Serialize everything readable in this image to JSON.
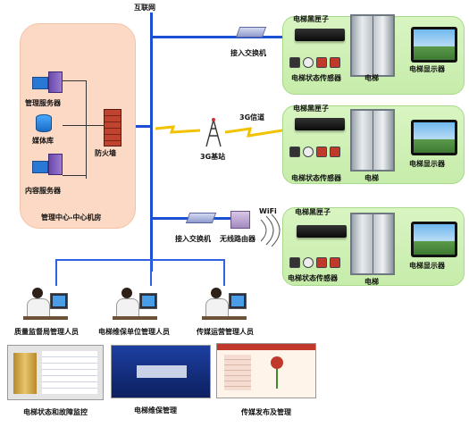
{
  "internet_label": "互联网",
  "center": {
    "title": "管理中心-中心机房",
    "mgmt_server": "管理服务器",
    "media_db": "媒体库",
    "content_server": "内容服务器",
    "firewall": "防火墙"
  },
  "net": {
    "switch1": "接入交换机",
    "tower": "3G基站",
    "g3_channel": "3G信道",
    "switch2": "接入交换机",
    "router": "无线路由器",
    "wifi": "WiFi"
  },
  "sites": [
    {
      "blackbox": "电梯黑匣子",
      "sensor": "电梯状态传感器",
      "elevator": "电梯",
      "display": "电梯显示器"
    },
    {
      "blackbox": "电梯黑匣子",
      "sensor": "电梯状态传感器",
      "elevator": "电梯",
      "display": "电梯显示器"
    },
    {
      "blackbox": "电梯黑匣子",
      "sensor": "电梯状态传感器",
      "elevator": "电梯",
      "display": "电梯显示器"
    }
  ],
  "users": [
    {
      "label": "质量监督局管理人员"
    },
    {
      "label": "电梯维保单位管理人员"
    },
    {
      "label": "传媒运营管理人员"
    }
  ],
  "apps": [
    {
      "label": "电梯状态和故障监控"
    },
    {
      "label": "电梯维保管理"
    },
    {
      "label": "传媒发布及管理"
    }
  ],
  "colors": {
    "backbone": "#1a4fd6",
    "center_bg": "#fbd9c4",
    "site_bg": "#c6ecaa",
    "firewall": "#b23a2a",
    "signal": "#f2c200"
  }
}
